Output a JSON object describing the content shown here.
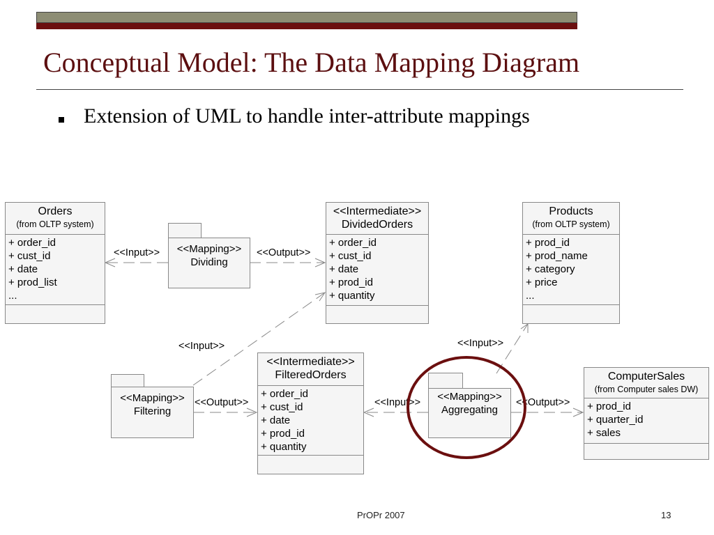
{
  "title": "Conceptual Model: The Data Mapping Diagram",
  "bullet": "Extension of UML to handle inter-attribute mappings",
  "classes": {
    "orders": {
      "name": "Orders",
      "sub": "(from OLTP system)",
      "attrs": [
        "+ order_id",
        "+ cust_id",
        "+ date",
        "+ prod_list",
        "..."
      ]
    },
    "divided": {
      "stereo": "<<Intermediate>>",
      "name": "DividedOrders",
      "attrs": [
        "+ order_id",
        "+ cust_id",
        "+ date",
        "+ prod_id",
        "+ quantity"
      ]
    },
    "products": {
      "name": "Products",
      "sub": "(from OLTP system)",
      "attrs": [
        "+ prod_id",
        "+ prod_name",
        "+ category",
        "+ price",
        "..."
      ]
    },
    "filtered": {
      "stereo": "<<Intermediate>>",
      "name": "FilteredOrders",
      "attrs": [
        "+ order_id",
        "+ cust_id",
        "+ date",
        "+ prod_id",
        "+ quantity"
      ]
    },
    "sales": {
      "name": "ComputerSales",
      "sub": "(from Computer sales DW)",
      "attrs": [
        "+ prod_id",
        "+ quarter_id",
        "+ sales"
      ]
    }
  },
  "mappings": {
    "dividing": {
      "stereo": "<<Mapping>>",
      "name": "Dividing"
    },
    "filtering": {
      "stereo": "<<Mapping>>",
      "name": "Filtering"
    },
    "aggregating": {
      "stereo": "<<Mapping>>",
      "name": "Aggregating"
    }
  },
  "labels": {
    "input": "<<Input>>",
    "output": "<<Output>>"
  },
  "footer": {
    "center": "PrOPr 2007",
    "page": "13"
  },
  "colors": {
    "accent": "#6b0f0f",
    "title": "#5c0f10"
  }
}
